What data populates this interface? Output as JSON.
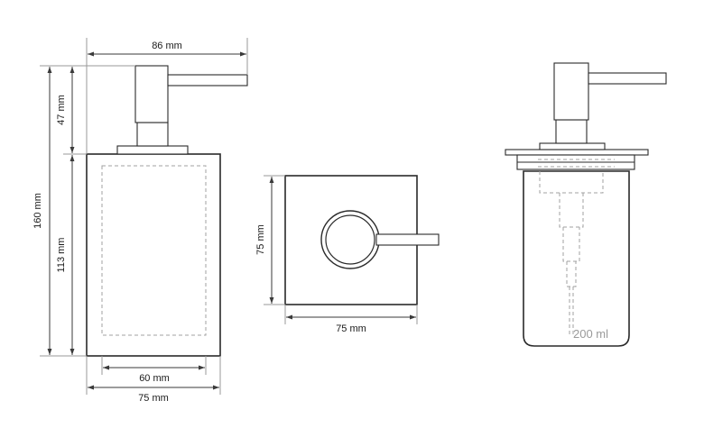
{
  "dimensions": {
    "overall_width": "86 mm",
    "pump_height": "47 mm",
    "total_height": "160 mm",
    "body_height": "113 mm",
    "inner_width": "60 mm",
    "body_width": "75 mm",
    "top_side": "75 mm",
    "top_width": "75 mm"
  },
  "capacity_label": "200 ml"
}
